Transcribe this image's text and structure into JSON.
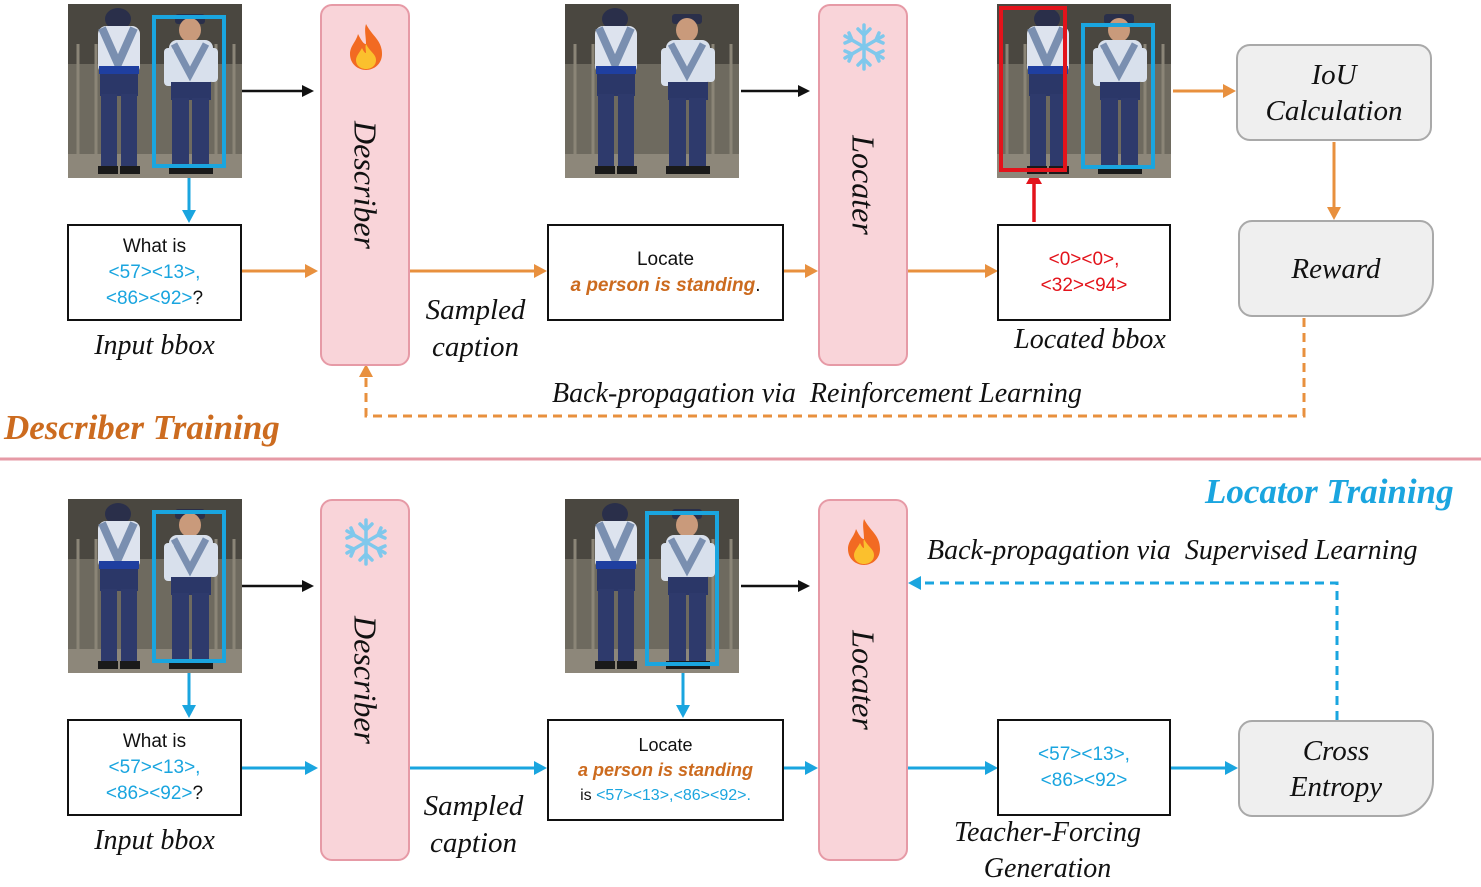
{
  "describer_training": {
    "heading": "Describer Training",
    "query_line1": "What is",
    "query_line2": "<57><13>,",
    "query_line3_bbox": "<86><92>",
    "query_line3_end": "?",
    "input_label": "Input bbox",
    "describer_label": "Describer",
    "sampled_caption_line1": "Sampled",
    "sampled_caption_line2": "caption",
    "caption_line1": "Locate",
    "caption_line2": "a person is standing",
    "caption_period": ".",
    "locater_label": "Locater",
    "located_line1": "<0><0>,",
    "located_line2": "<32><94>",
    "located_label": "Located bbox",
    "iou_line1": "IoU",
    "iou_line2": "Calculation",
    "reward_label": "Reward",
    "backprop_label": "Back-propagation via  Reinforcement Learning"
  },
  "locator_training": {
    "heading": "Locator Training",
    "query_line1": "What is",
    "query_line2": "<57><13>,",
    "query_line3_bbox": "<86><92>",
    "query_line3_end": "?",
    "input_label": "Input bbox",
    "describer_label": "Describer",
    "sampled_caption_line1": "Sampled",
    "sampled_caption_line2": "caption",
    "caption_line1": "Locate",
    "caption_line2": "a person is standing",
    "caption_line3_is": "is ",
    "caption_line3_bbox": "<57><13>,<86><92>.",
    "locater_label": "Locater",
    "target_line1": "<57><13>,",
    "target_line2": "<86><92>",
    "teacher_line1": "Teacher-Forcing",
    "teacher_line2": "Generation",
    "ce_line1": "Cross",
    "ce_line2": "Entropy",
    "backprop_label": "Back-propagation via  Supervised Learning"
  },
  "icons": {
    "trainable": "flame-icon",
    "frozen": "snowflake-icon"
  },
  "colors": {
    "orange": "#e8903e",
    "blue": "#1aa5df",
    "red": "#e3131b",
    "describer_heading": "#cc6b1f",
    "locator_heading": "#1aa5df",
    "divider": "#e69aa6",
    "model_fill": "#f9d4d9"
  }
}
